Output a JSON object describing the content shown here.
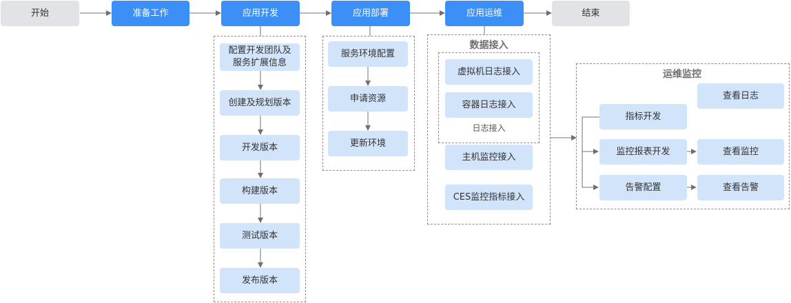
{
  "colors": {
    "start_end_fill": "#e1e3e6",
    "stage_fill": "#3b8ff6",
    "step_fill": "#d2e4fa",
    "arrow": "#707070",
    "group_border": "#8c8c8c"
  },
  "stages": {
    "start": "开始",
    "prepare": "准备工作",
    "develop": "应用开发",
    "deploy": "应用部署",
    "operate": "应用运维",
    "end": "结束"
  },
  "develop_steps": [
    "配置开发团队及服务扩展信息",
    "创建及规划版本",
    "开发版本",
    "构建版本",
    "测试版本",
    "发布版本"
  ],
  "deploy_steps": [
    "服务环境配置",
    "申请资源",
    "更新环境"
  ],
  "data_access": {
    "title": "数据接入",
    "log_group_label": "日志接入",
    "vm_log": "虚拟机日志接入",
    "container_log": "容器日志接入",
    "host_monitor": "主机监控接入",
    "ces_monitor": "CES监控指标接入"
  },
  "ops_monitoring": {
    "title": "运维监控",
    "metric_dev": "指标开发",
    "report_dev": "监控报表开发",
    "alarm_config": "告警配置",
    "view_logs": "查看日志",
    "view_monitor": "查看监控",
    "view_alarms": "查看告警"
  }
}
